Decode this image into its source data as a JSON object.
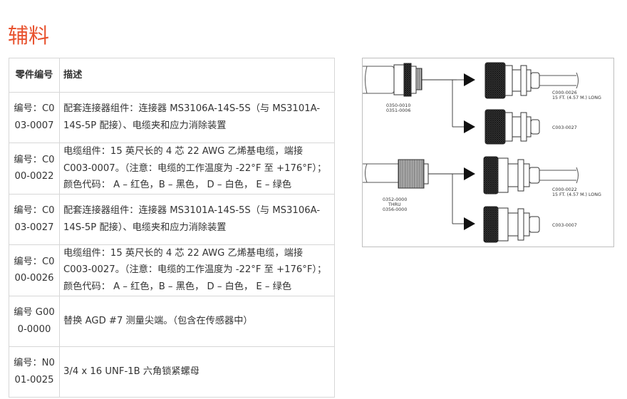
{
  "page": {
    "title": "辅料"
  },
  "table": {
    "headers": {
      "part": "零件编号",
      "description": "描述"
    },
    "rows": [
      {
        "part": "编号：C003-0007",
        "description": "配套连接器组件：连接器 MS3106A-14S-5S（与 MS3101A-14S-5P 配接）、电缆夹和应力消除装置"
      },
      {
        "part": "编号：C000-0022",
        "description": "电缆组件：15 英尺长的 4 芯 22 AWG 乙烯基电缆，端接 C003-0007。（注意：电缆的工作温度为 -22°F 至 +176°F）；颜色代码： A – 红色，B – 黑色， D – 白色， E – 绿色"
      },
      {
        "part": "编号：C003-0027",
        "description": "配套连接器组件：连接器 MS3101A-14S-5S（与 MS3106A-14S-5P 配接）、电缆夹和应力消除装置"
      },
      {
        "part": "编号：C000-0026",
        "description": "电缆组件：15 英尺长的 4 芯 22 AWG 乙烯基电缆，端接 C003-0027。（注意：电缆的工作温度为 -22°F 至 +176°F）；颜色代码： A – 红色，B – 黑色， D – 白色， E – 绿色"
      },
      {
        "part": "编号 G000-0000",
        "description": "替换 AGD #7 测量尖端。（包含在传感器中）"
      },
      {
        "part": "编号：N001-0025",
        "description": "3/4 x 16 UNF-1B 六角锁紧螺母"
      }
    ]
  },
  "diagram": {
    "labels": {
      "top_sensor": [
        "0350-0010",
        "0351-0006"
      ],
      "top_cable": [
        "C000-0026",
        "15 FT. (4.57 M.) LONG"
      ],
      "top_connector": [
        "C003-0027"
      ],
      "bottom_sensor": [
        "0352-0000",
        "THRU",
        "0356-0000"
      ],
      "bottom_cable": [
        "C000-0022",
        "15 FT. (4.57 M.) LONG"
      ],
      "bottom_connector": [
        "C003-0007"
      ]
    }
  }
}
